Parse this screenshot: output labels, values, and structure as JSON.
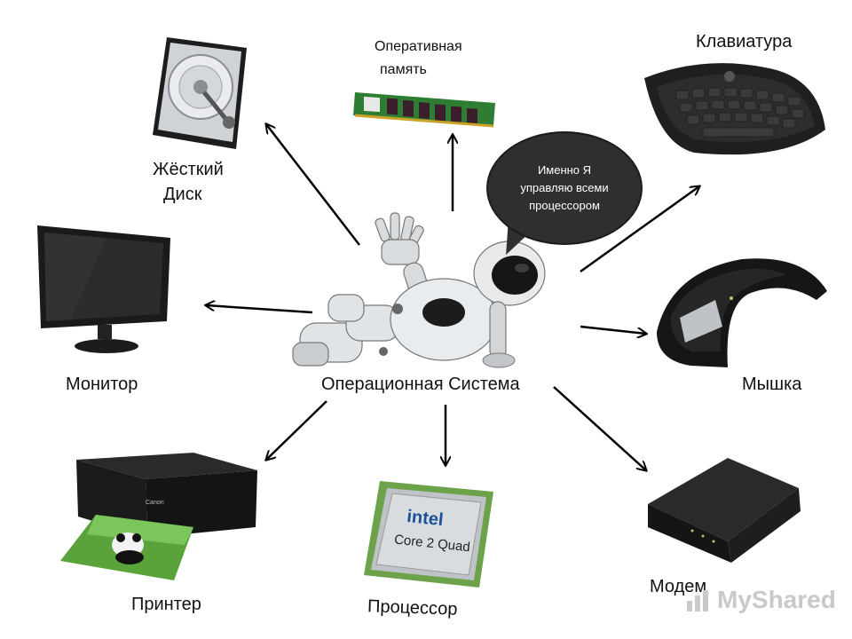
{
  "labels": {
    "ram": "Оперативная  \n память",
    "ram_line1": "Оперативная",
    "ram_line2": "память",
    "keyboard": "Клавиатура",
    "hdd_line1": "Жёсткий",
    "hdd_line2": "Диск",
    "monitor": "Монитор",
    "os": "Операционная Система",
    "mouse": "Мышка",
    "printer": "Принтер",
    "cpu": "Процессор",
    "modem": "Модем"
  },
  "speech_bubble": {
    "text": "Именно Я управляю всеми процессором"
  },
  "watermark": {
    "text": "MyShared"
  },
  "device_print": {
    "intel": "intel",
    "core": "Core 2 Quad",
    "canon": "Canon"
  },
  "colors": {
    "arrow": "#000000",
    "bubble": "#2f2f2f",
    "device_dark": "#1c1c1c",
    "ram_board": "#2e7d32",
    "ram_chip": "#3a1e2c"
  }
}
